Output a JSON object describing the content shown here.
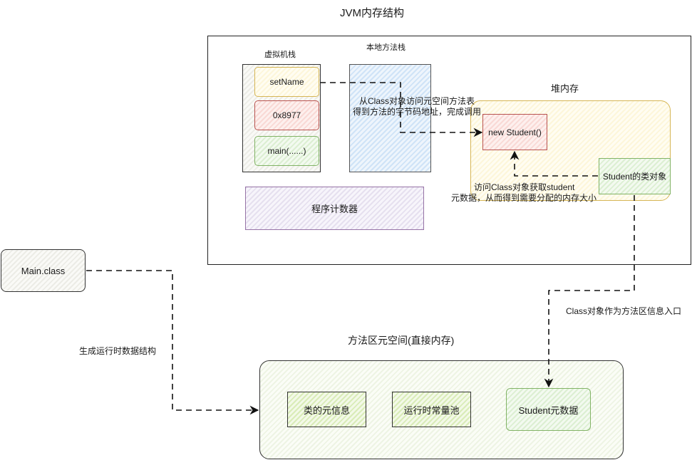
{
  "diagram": {
    "title": "JVM内存结构",
    "jvm_region": {
      "vm_stack": {
        "label": "虚拟机栈",
        "frames": [
          "setName",
          "0x8977",
          "main(......)"
        ]
      },
      "native_stack": {
        "label": "本地方法栈"
      },
      "program_counter": {
        "label": "程序计数器"
      },
      "heap": {
        "label": "堆内存",
        "object": "new Student()",
        "class_object": "Student的类对象"
      },
      "annotations": {
        "method_call_line1": "从Class对象访问元空间方法表",
        "method_call_line2": "得到方法的字节码地址，完成调用",
        "alloc_line1": "访问Class对象获取student",
        "alloc_line2": "元数据，从而得到需要分配的内存大小"
      }
    },
    "main_class": {
      "label": "Main.class"
    },
    "edges": {
      "generate_runtime": "生成运行时数据结构",
      "class_entry": "Class对象作为方法区信息入口"
    },
    "metaspace": {
      "label": "方法区元空间(直接内存)",
      "items": [
        "类的元信息",
        "运行时常量池",
        "Student元数据"
      ]
    },
    "colors": {
      "yellow_border": "#d6b656",
      "red_border": "#b85450",
      "green_border": "#82b366",
      "blue_border": "#6c8ebf",
      "purple_border": "#9673a6",
      "dark_border": "#333333"
    }
  }
}
